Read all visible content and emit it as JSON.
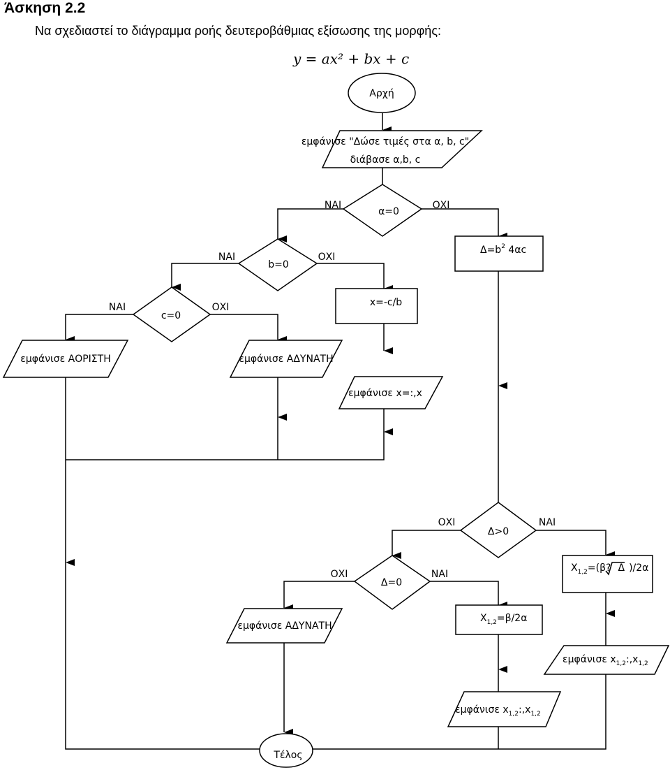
{
  "header": {
    "title": "Άσκηση 2.2",
    "description": "Να σχεδιαστεί το διάγραμμα ροής δευτεροβάθμιας εξίσωσης της μορφής:",
    "equation": "y = ax² + bx + c"
  },
  "flowchart": {
    "start": "Αρχή",
    "input_prompt": "εμφάνισε \"Δώσε τιμές στα α, b, c\"",
    "input_read": "διάβασε α,b, c",
    "cond_a": "α=0",
    "cond_b": "b=0",
    "cond_c": "c=0",
    "delta_calc_pre": "Δ=b",
    "delta_calc_exp": "2",
    "delta_calc_post": " 4αc",
    "x_calc": "x=-c/b",
    "out_aoristi": "εμφάνισε ΑΟΡΙΣΤΗ",
    "out_adynati_1": "εμφάνισε ΑΔΥΝΑΤΗ",
    "out_x": "εμφάνισε x=:,x",
    "cond_delta_pos": "Δ>0",
    "cond_delta_zero": "Δ=0",
    "x12_two_pre": "X",
    "x12_two_sub": "1,2",
    "x12_two_post": "=(β?",
    "x12_two_root": "Δ",
    "x12_two_tail": ")/2α",
    "x12_one_pre": "X",
    "x12_one_sub": "1,2",
    "x12_one_post": "=β/2α",
    "out_adynati_2": "εμφάνισε ΑΔΥΝΑΤΗ",
    "out_x12_two_pre": "εμφάνισε x",
    "out_x12_two_sub": "1,2",
    "out_x12_two_mid": ":,x",
    "out_x12_two_sub2": "1,2",
    "out_x12_one_pre": "εμφάνισε x",
    "out_x12_one_sub": "1,2",
    "out_x12_one_mid": ":,x",
    "out_x12_one_sub2": "1,2",
    "end": "Τέλος",
    "yes": "ΝΑΙ",
    "no": "ΟΧΙ"
  }
}
